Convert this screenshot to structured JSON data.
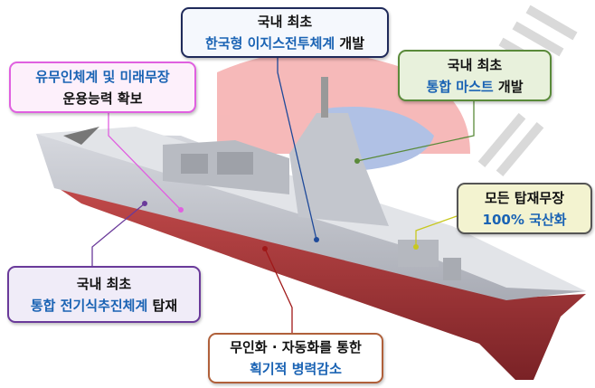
{
  "callouts": {
    "aegis": {
      "line1": "국내 최초",
      "highlight": "한국형 이지스전투체계",
      "suffix": " 개발",
      "color": "#1f2a5a"
    },
    "mast": {
      "line1": "국내 최초",
      "highlight": "통합 마스트",
      "suffix": " 개발",
      "color": "#5a8a3a"
    },
    "unmanned": {
      "highlight": "유무인체계 및 미래무장",
      "line2": "운용능력 확보",
      "color": "#e060e0"
    },
    "weapons": {
      "line1": "모든 탑재무장",
      "highlight": "100% 국산화",
      "color": "#8a8a40"
    },
    "propulsion": {
      "line1": "국내 최초",
      "highlight": "통합 전기식추진체계",
      "suffix": " 탑재",
      "color": "#6a3a9a"
    },
    "manpower": {
      "line1": "무인화 · 자동화를 통한",
      "highlight": "획기적 병력감소",
      "color": "#b0603a"
    }
  },
  "colors": {
    "highlight_text": "#1a63b4",
    "hull": "#a8343a",
    "superstructure": "#c9ccd3",
    "flag_red": "#e04a4a",
    "flag_blue": "#4a6ab8"
  }
}
